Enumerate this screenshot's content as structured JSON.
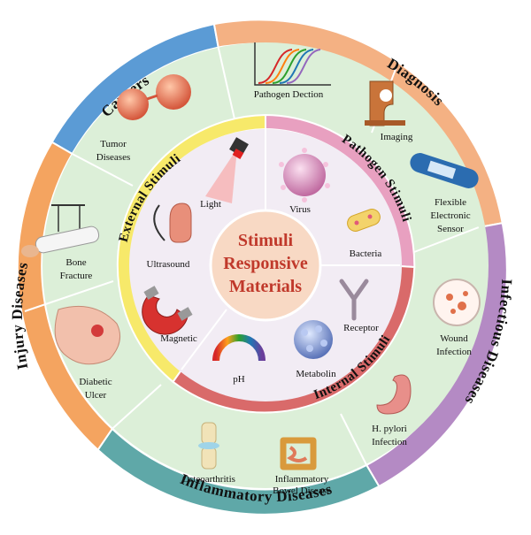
{
  "center": {
    "line1": "Stimuli",
    "line2": "Responsive",
    "line3": "Materials"
  },
  "middle_ring": {
    "external": "External Stimuli",
    "pathogen": "Pathogen Stimuli",
    "internal": "Internal Stimuli"
  },
  "inner_items": {
    "light": "Light",
    "virus": "Virus",
    "bacteria": "Bacteria",
    "ultrasound": "Ultrasound",
    "magnetic": "Magnetic",
    "receptor": "Receptor",
    "ph": "pH",
    "metabolin": "Metabolin"
  },
  "outer_ring": {
    "cancers": "Cancers",
    "diagnosis": "Diagnosis",
    "infectious": "Infectious Diseases",
    "inflammatory": "Inflammatory Diseases",
    "injury": "Injury Diseases"
  },
  "outer_items": {
    "tumor": [
      "Tumor",
      "Diseases"
    ],
    "pathogen_detection": "Pathogen Dection",
    "imaging": "Imaging",
    "sensor": [
      "Flexible",
      "Electronic",
      "Sensor"
    ],
    "wound": [
      "Wound",
      "Infection"
    ],
    "hpylori": [
      "H. pylori",
      "Infection"
    ],
    "osteoarthritis": "Osteoarthritis",
    "ibd": [
      "Inflammatory",
      "Bowel Disease"
    ],
    "bone": [
      "Bone",
      "Fracture"
    ],
    "diabetic": [
      "Diabetic",
      "Ulcer"
    ]
  },
  "colors": {
    "cancers": "#5b9bd5",
    "diagnosis": "#f4b183",
    "infectious": "#b48ac4",
    "inflammatory": "#5fa8a8",
    "injury": "#f4a460",
    "external": "#f7e96a",
    "pathogen": "#e8a0c0",
    "internal": "#d96a6a",
    "center": "#f8d9c4",
    "center_text": "#c0392b",
    "ring_bg": "#dcefd8",
    "inner_bg": "#f2ecf4"
  }
}
